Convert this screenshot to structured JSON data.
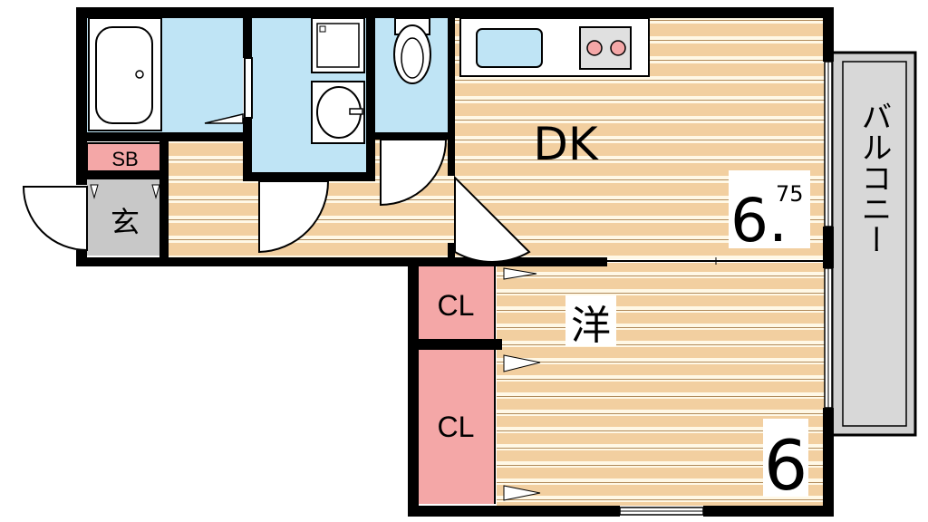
{
  "rooms": {
    "dk": {
      "label": "DK",
      "size_main": "6.",
      "size_sup": "75"
    },
    "western": {
      "label": "洋",
      "size": "6"
    },
    "entrance": {
      "label": "玄"
    },
    "shoe_box": {
      "label": "SB"
    },
    "closet_upper": {
      "label": "CL"
    },
    "closet_lower": {
      "label": "CL"
    },
    "balcony": {
      "label": "バルコニー"
    }
  },
  "colors": {
    "wood": "#f2cfa0",
    "wood_light": "#fff8e6",
    "wet_area": "#bfe4f5",
    "closet": "#f4a7a7",
    "entrance": "#c8c8c8",
    "balcony": "#d0d0d0",
    "wall": "#000000"
  }
}
